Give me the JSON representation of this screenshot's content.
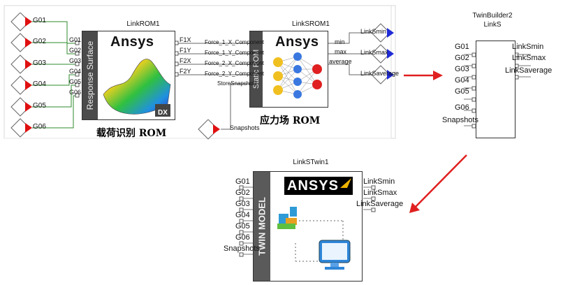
{
  "rom1": {
    "title": "LinkROM1",
    "side_label": "Response Surface",
    "logo": "Ansys",
    "badge": "DX",
    "inputs": [
      "G01",
      "G02",
      "G03",
      "G04",
      "G05",
      "G06"
    ],
    "outputs": [
      "F1X",
      "F1Y",
      "F2X",
      "F2Y"
    ],
    "caption": "载荷识别 ROM"
  },
  "sources": [
    "G01",
    "G02",
    "G03",
    "G04",
    "G05",
    "G06"
  ],
  "snapshots_source": "Snapshots",
  "rom2": {
    "title": "LinkSROM1",
    "side_label": "Static ROM",
    "logo": "Ansys",
    "inputs": [
      "Force_1_X_Component",
      "Force_1_Y_Component",
      "Force_2_X_Component",
      "Force_2_Y_Component",
      "StoreSnapshots"
    ],
    "outputs": [
      "min",
      "max",
      "average"
    ],
    "caption": "应力场 ROM"
  },
  "probes": [
    "LinkSmin",
    "LinkSmax",
    "LinkSaverage"
  ],
  "twinbuilder": {
    "title_line1": "TwinBuilder2",
    "title_line2": "LinkS",
    "inputs": [
      "G01",
      "G02",
      "G03",
      "G04",
      "G05",
      "G06",
      "Snapshots"
    ],
    "outputs": [
      "LinkSmin",
      "LinkSmax",
      "LinkSaverage"
    ]
  },
  "twin": {
    "title": "LinkSTwin1",
    "side_label": "TWIN MODEL",
    "logo": "ANSYS",
    "inputs": [
      "G01",
      "G02",
      "G03",
      "G04",
      "G05",
      "G06",
      "Snapshots"
    ],
    "outputs": [
      "LinkSmin",
      "LinkSmax",
      "LinkSaverage"
    ]
  },
  "colors": {
    "source_red": "#e01010",
    "probe_blue": "#1f2bd6",
    "arrow_red": "#e02020",
    "wire_green": "#2e8b2e",
    "side_band": "#4b4b4b"
  }
}
